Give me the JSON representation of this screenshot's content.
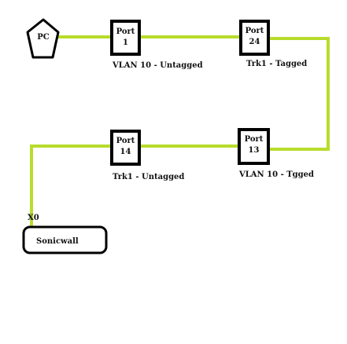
{
  "colors": {
    "link": "#b8dc2c",
    "outline": "#000000",
    "background": "#ffffff"
  },
  "pc": {
    "label": "PC",
    "shape": "pentagon"
  },
  "ports": [
    {
      "title": "Port",
      "number": "1",
      "caption": "VLAN 10 - Untagged"
    },
    {
      "title": "Port",
      "number": "24",
      "caption": "Trk1 - Tagged"
    },
    {
      "title": "Port",
      "number": "13",
      "caption": "VLAN 10 - Tgged"
    },
    {
      "title": "Port",
      "number": "14",
      "caption": "Trk1 - Untagged"
    }
  ],
  "firewall": {
    "interface": "X0",
    "label": "Sonicwall"
  }
}
